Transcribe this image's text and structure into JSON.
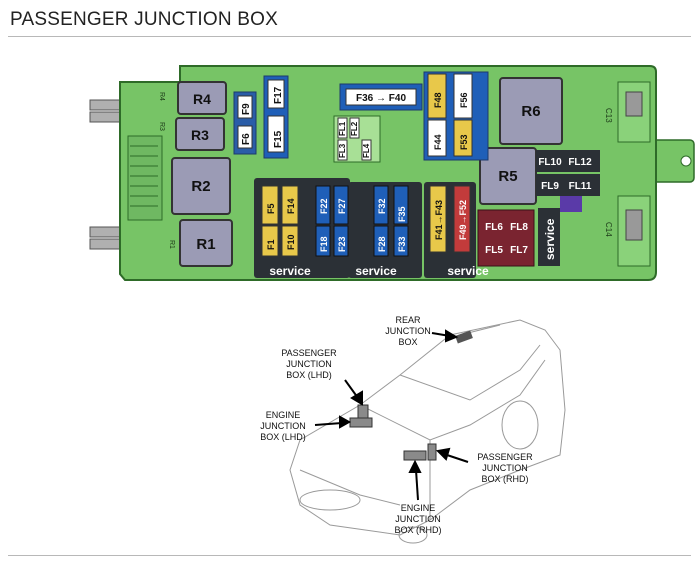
{
  "page_title": "PASSENGER JUNCTION BOX",
  "colors": {
    "board": "#77c466",
    "board_edge": "#2e6b28",
    "relay": "#9b9bb5",
    "blue": "#1f5fb8",
    "yellow": "#e8c84a",
    "red": "#c23b3b",
    "maroon": "#7a2430",
    "purple": "#5a3aa8"
  },
  "relays": [
    "R1",
    "R2",
    "R3",
    "R4",
    "R5",
    "R6"
  ],
  "connectors": [
    "C13",
    "C14",
    "R4",
    "R3",
    "R1"
  ],
  "fuse_labels": {
    "f9": "F9",
    "f6": "F6",
    "f17": "F17",
    "f15": "F15",
    "f36_f40": "F36 → F40",
    "fl1": "FL1",
    "fl2": "FL2",
    "fl3": "FL3",
    "fl4": "FL4",
    "f48": "F48",
    "f56": "F56",
    "f44": "F44",
    "f53": "F53",
    "f1": "F1",
    "f5": "F5",
    "f10": "F10",
    "f14": "F14",
    "f18": "F18",
    "f22": "F22",
    "f23": "F23",
    "f27": "F27",
    "f28": "F28",
    "f32": "F32",
    "f33": "F33",
    "f35": "F35",
    "f41_f43": "F41→F43",
    "f49_f52": "F49→F52",
    "fl10": "FL10",
    "fl12": "FL12",
    "fl9": "FL9",
    "fl11": "FL11",
    "fl6": "FL6",
    "fl8": "FL8",
    "fl5": "FL5",
    "fl7": "FL7"
  },
  "service_labels": [
    "service",
    "service",
    "service",
    "service"
  ],
  "car_labels": {
    "rear": [
      "REAR",
      "JUNCTION",
      "BOX"
    ],
    "pass_lhd": [
      "PASSENGER",
      "JUNCTION",
      "BOX (LHD)"
    ],
    "engine_lhd": [
      "ENGINE",
      "JUNCTION",
      "BOX (LHD)"
    ],
    "pass_rhd": [
      "PASSENGER",
      "JUNCTION",
      "BOX (RHD)"
    ],
    "engine_rhd": [
      "ENGINE",
      "JUNCTION",
      "BOX (RHD)"
    ]
  }
}
